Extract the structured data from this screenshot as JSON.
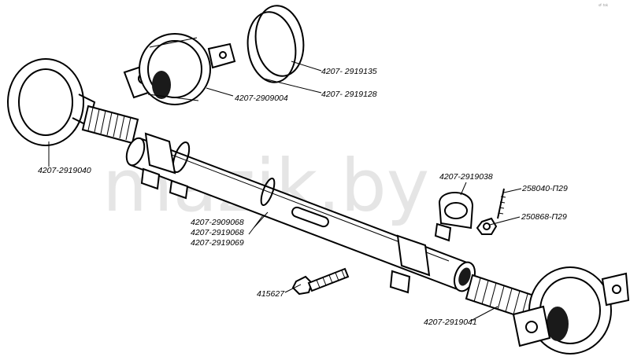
{
  "watermark": "mazik.by",
  "corner_mark": "sf- tsk",
  "labels": {
    "ring_4207_2919135": "4207- 2919135",
    "ring_4207_2919128": "4207- 2919128",
    "joint_4207_2909004": "4207-2909004",
    "endjoint_4207_2919040": "4207-2919040",
    "clamp_4207_2919038": "4207-2919038",
    "bolt_258040": "258040-П29",
    "nut_250868": "250868-П29",
    "rod_4207_2909068": "4207-2909068",
    "rod_4207_2919068": "4207-2919068",
    "rod_4207_2919069": "4207-2919069",
    "bolt_415627": "415627",
    "endjoint_4207_2919041": "4207-2919041"
  }
}
